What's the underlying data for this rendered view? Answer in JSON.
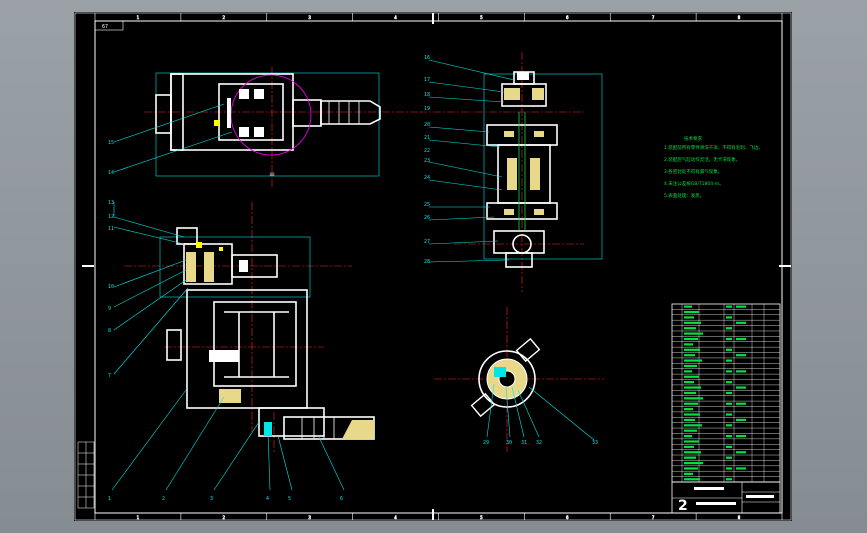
{
  "drawing": {
    "sheet_code": "67",
    "title_block_logo": "2",
    "tech_notes": {
      "title": "技术要求",
      "lines": [
        "1.装配前所有零件清洗干净，不得有毛刺、飞边。",
        "2.装配后气缸动作灵活，无卡滞现象。",
        "3.各密封处不得有漏气现象。",
        "4.未注公差按GB/T1804-m。",
        "5.表面处理：发黑。"
      ]
    },
    "colors": {
      "outline": "#ffffff",
      "center_line": "#ff2020",
      "leader": "#00e5e5",
      "hatch": "#ffff00",
      "section_fill": "#e8d88a",
      "notes": "#00e040",
      "orange": "#ff8000"
    },
    "border_ticks_top": [
      "1",
      "2",
      "3",
      "4",
      "5",
      "6",
      "7",
      "8"
    ],
    "border_ticks_bottom": [
      "1",
      "2",
      "3",
      "4",
      "5",
      "6",
      "7",
      "8"
    ],
    "balloons_left_view": [
      "1",
      "2",
      "3",
      "4",
      "5",
      "6",
      "7",
      "8",
      "9",
      "10",
      "11",
      "12",
      "13",
      "14",
      "15"
    ],
    "balloons_right_view": [
      "16",
      "17",
      "18",
      "19",
      "20",
      "21",
      "22",
      "23",
      "24",
      "25",
      "26",
      "27",
      "28"
    ],
    "balloons_bottom_view": [
      "29",
      "30",
      "31",
      "32",
      "33"
    ]
  }
}
